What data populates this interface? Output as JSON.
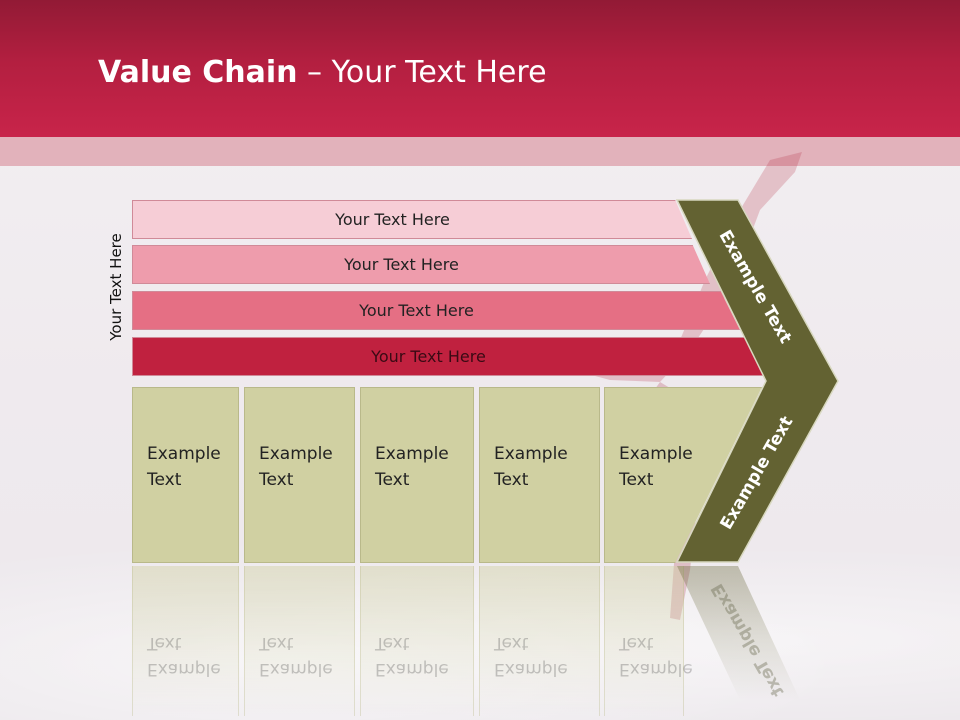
{
  "header": {
    "title_bold": "Value Chain",
    "title_rest": " – Your Text Here"
  },
  "side_label": "Your Text Here",
  "bars": [
    {
      "label": "Your Text Here"
    },
    {
      "label": "Your Text Here"
    },
    {
      "label": "Your Text Here"
    },
    {
      "label": "Your Text Here"
    }
  ],
  "columns": [
    {
      "line1": "Example",
      "line2": "Text"
    },
    {
      "line1": "Example",
      "line2": "Text"
    },
    {
      "line1": "Example",
      "line2": "Text"
    },
    {
      "line1": "Example",
      "line2": "Text"
    },
    {
      "line1": "Example",
      "line2": "Text"
    }
  ],
  "chevron": {
    "top_label": "Example Text",
    "bottom_label": "Example Text"
  },
  "colors": {
    "header": "#c8244a",
    "bar_1": "#f6cdd6",
    "bar_2": "#ee9cac",
    "bar_3": "#e56f84",
    "bar_4": "#c0213f",
    "column": "#d0d0a2",
    "chevron": "#636232"
  }
}
